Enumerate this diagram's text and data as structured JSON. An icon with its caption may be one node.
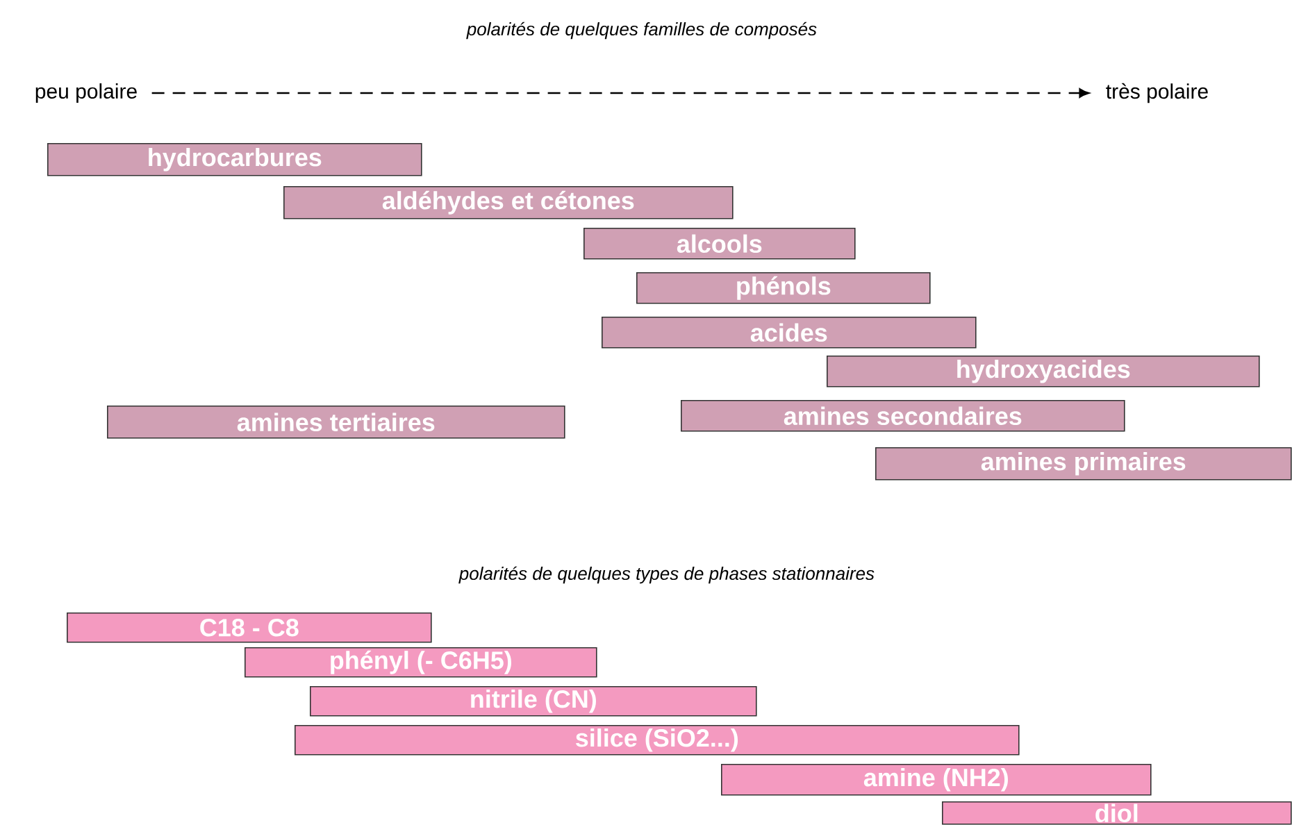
{
  "diagram": {
    "title": "polarités de quelques familles de composés",
    "nodes": [
      {
        "text": [
          "peu polaire"
        ]
      },
      {
        "text": [
          "très polaire"
        ]
      },
      {
        "text": [
          "hydrocarbures"
        ]
      },
      {
        "text": [
          "aldéhydes et cétones"
        ]
      },
      {
        "text": [
          "alcools"
        ]
      },
      {
        "text": [
          "phénols"
        ]
      },
      {
        "text": [
          "acides"
        ]
      },
      {
        "text": [
          "hydroxyacides"
        ]
      },
      {
        "text": [
          "amines tertiaires"
        ]
      },
      {
        "text": [
          "amines secondaires"
        ]
      },
      {
        "text": [
          "amines primaires"
        ]
      },
      {
        "text": [
          "C18 - C8"
        ]
      },
      {
        "text": [
          "phényl (- C6H5)"
        ]
      },
      {
        "text": [
          "nitrile (CN)"
        ]
      },
      {
        "text": [
          "silice (SiO2...)"
        ]
      },
      {
        "text": [
          "amine (NH2)"
        ]
      },
      {
        "text": [
          "diol"
        ]
      }
    ],
    "edges": [
      {
        "from": 0,
        "to": 1,
        "arrow": "to",
        "style": "dashed"
      }
    ],
    "labels": [
      "polarités de quelques types de phases stationnaires"
    ]
  }
}
